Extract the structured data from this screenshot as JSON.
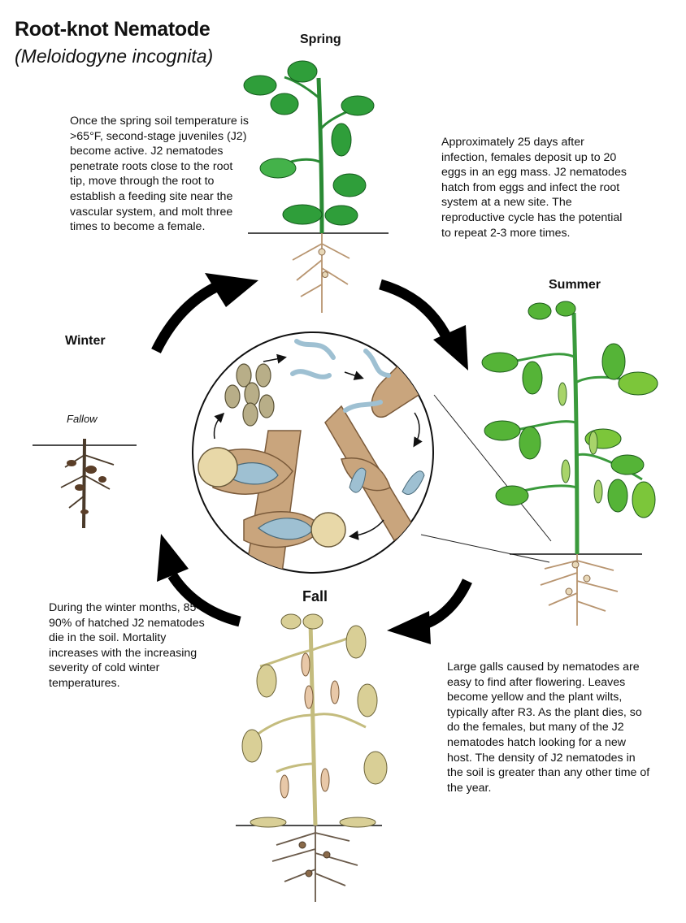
{
  "header": {
    "title": "Root-knot Nematode",
    "subtitle": "(Meloidogyne incognita)"
  },
  "seasons": {
    "spring": "Spring",
    "summer": "Summer",
    "fall": "Fall",
    "winter": "Winter",
    "fallow": "Fallow"
  },
  "descriptions": {
    "spring": "Once the spring soil temperature is >65°F, second-stage juveniles (J2) become active. J2 nematodes penetrate roots close to the root tip, move through the root to establish a feeding site near the vascular system, and molt three times to become a female.",
    "summer": "Approximately 25 days after infection, females deposit up to 20 eggs in an egg mass. J2 nematodes hatch from eggs and infect the root system at a new site. The reproductive cycle has the potential to repeat 2-3 more times.",
    "fall": "Large galls caused by nematodes are easy to find after flowering. Leaves become yellow and the plant wilts, typically after R3. As the plant dies, so do the females, but many of the J2 nematodes hatch looking for a new host. The density of J2 nematodes in the soil is greater than any other time of the year.",
    "winter": "During the winter months, 85-90% of hatched J2 nematodes die in the soil. Mortality increases with the increasing severity of cold winter temperatures."
  },
  "colors": {
    "spring_leaf": "#2f9e3a",
    "summer_leaf": "#55b437",
    "fall_leaf": "#d9cf96",
    "root": "#c8a27a",
    "nematode": "#a8c8d8",
    "arrow": "#000000"
  }
}
